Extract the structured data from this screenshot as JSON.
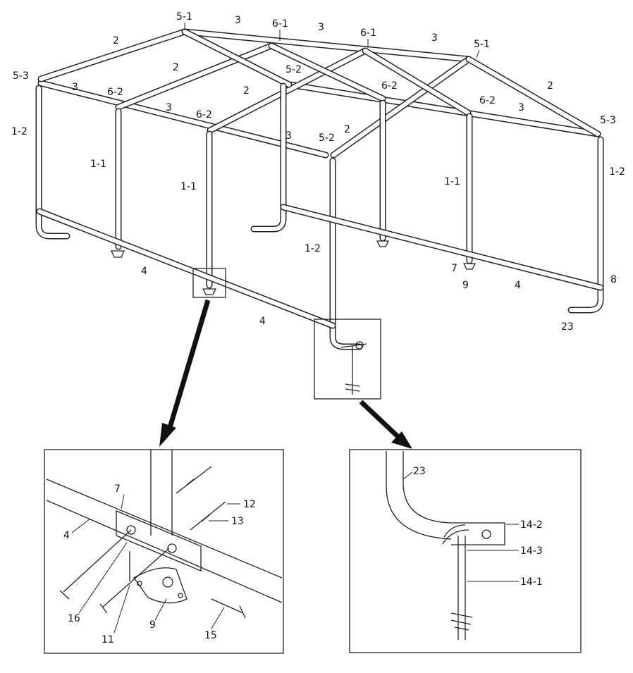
{
  "overview_labels": [
    {
      "id": "5-1",
      "text": "5-1"
    },
    {
      "id": "3",
      "text": "3"
    },
    {
      "id": "6-1",
      "text": "6-1"
    },
    {
      "id": "2",
      "text": "2"
    },
    {
      "id": "5-3",
      "text": "5-3"
    },
    {
      "id": "6-2",
      "text": "6-2"
    },
    {
      "id": "5-2",
      "text": "5-2"
    },
    {
      "id": "1-2",
      "text": "1-2"
    },
    {
      "id": "1-1",
      "text": "1-1"
    },
    {
      "id": "4",
      "text": "4"
    },
    {
      "id": "7",
      "text": "7"
    },
    {
      "id": "9",
      "text": "9"
    },
    {
      "id": "8",
      "text": "8"
    },
    {
      "id": "23",
      "text": "23"
    }
  ],
  "detail_left_labels": [
    "7",
    "4",
    "12",
    "13",
    "16",
    "11",
    "9",
    "15"
  ],
  "detail_right_labels": [
    "23",
    "14-2",
    "14-3",
    "14-1"
  ]
}
